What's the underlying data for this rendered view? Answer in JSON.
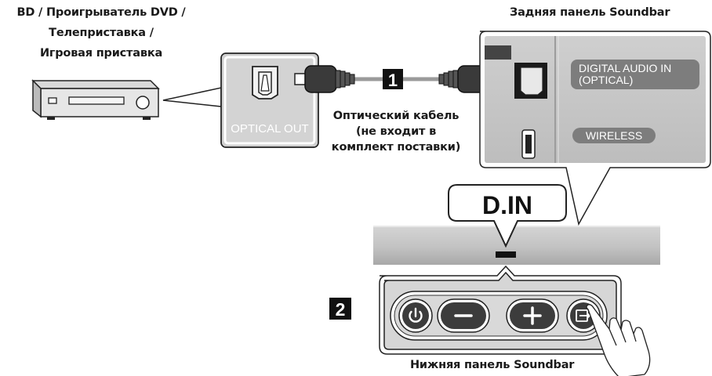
{
  "source_device": {
    "label_line1": "BD / Проигрыватель DVD /",
    "label_line2": "Телеприставка /",
    "label_line3": "Игровая приставка",
    "port_label": "OPTICAL OUT"
  },
  "soundbar_back": {
    "title": "Задняя панель Soundbar",
    "port_digital_line1": "DIGITAL AUDIO IN",
    "port_digital_line2": "(OPTICAL)",
    "port_wireless": "WIRELESS"
  },
  "cable": {
    "label_line1": "Оптический кабель",
    "label_line2": "(не входит в",
    "label_line3": "комплект поставки)"
  },
  "steps": {
    "step1": "1",
    "step2": "2"
  },
  "display": {
    "text": "D.IN"
  },
  "soundbar_bottom": {
    "title": "Нижняя панель Soundbar",
    "buttons": [
      "power",
      "minus",
      "plus",
      "source"
    ]
  }
}
